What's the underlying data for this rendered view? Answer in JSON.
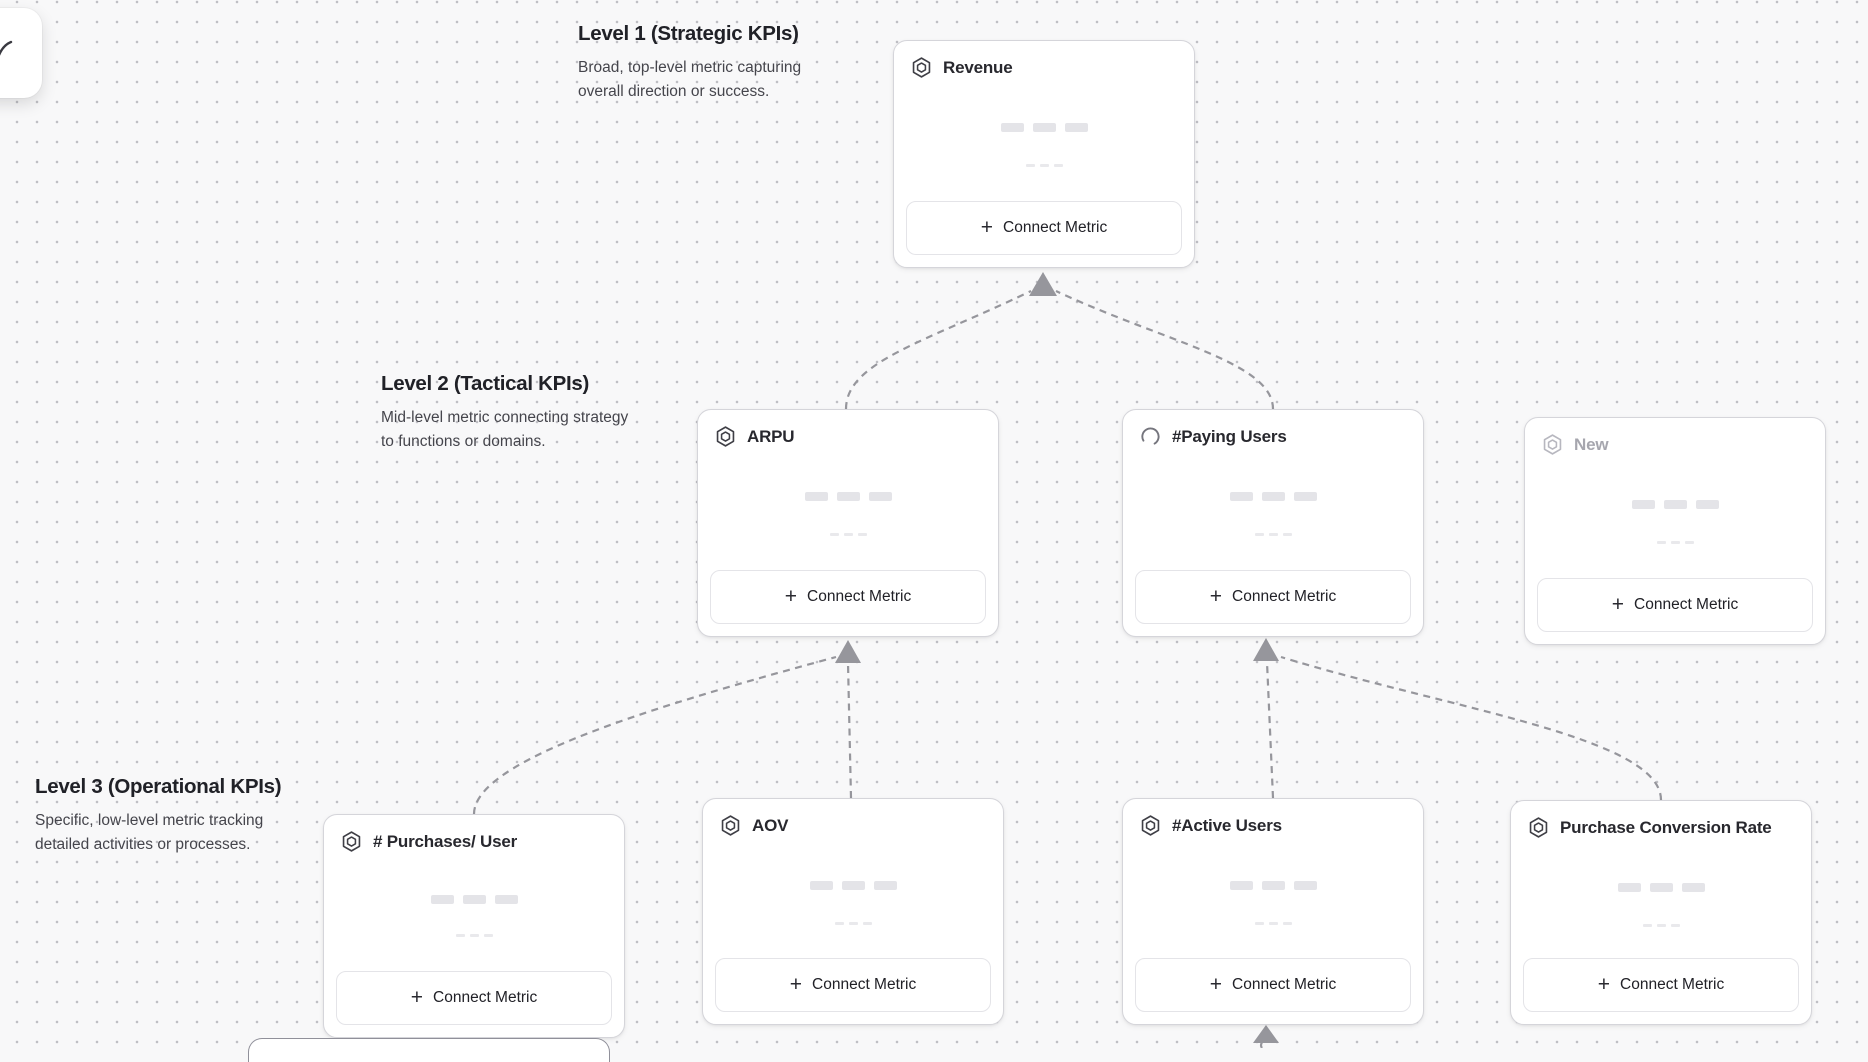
{
  "canvas": {
    "background": "#f8f8f9",
    "dot_color": "#bfbfc4",
    "edge_color": "#96969c",
    "card_border": "#d5d5da"
  },
  "levels": [
    {
      "title": "Level 1 (Strategic KPIs)",
      "description": "Broad, top-level metric capturing overall direction or success."
    },
    {
      "title": "Level 2 (Tactical KPIs)",
      "description": "Mid-level metric connecting strategy to functions or domains."
    },
    {
      "title": "Level 3 (Operational KPIs)",
      "description": "Specific, low-level metric tracking detailed activities or processes."
    }
  ],
  "cards": [
    {
      "title": "Revenue",
      "icon": "metric-hexagon-icon",
      "button_label": "Connect Metric",
      "state": "default"
    },
    {
      "title": "ARPU",
      "icon": "metric-hexagon-icon",
      "button_label": "Connect Metric",
      "state": "default"
    },
    {
      "title": "#Paying Users",
      "icon": "spinner-icon",
      "button_label": "Connect Metric",
      "state": "loading"
    },
    {
      "title": "New",
      "icon": "metric-hexagon-icon",
      "button_label": "Connect Metric",
      "state": "draft"
    },
    {
      "title": "# Purchases/ User",
      "icon": "metric-hexagon-icon",
      "button_label": "Connect Metric",
      "state": "default"
    },
    {
      "title": "AOV",
      "icon": "metric-hexagon-icon",
      "button_label": "Connect Metric",
      "state": "default"
    },
    {
      "title": "#Active Users",
      "icon": "metric-hexagon-icon",
      "button_label": "Connect Metric",
      "state": "default"
    },
    {
      "title": "Purchase Conversion Rate",
      "icon": "metric-hexagon-icon",
      "button_label": "Connect Metric",
      "state": "default"
    }
  ],
  "icons": {
    "plus": "+"
  }
}
